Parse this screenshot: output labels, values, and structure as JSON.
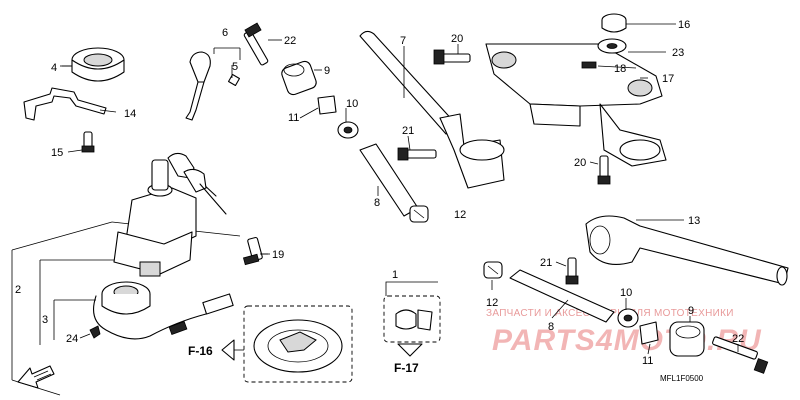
{
  "labels": {
    "p1": "1",
    "p2": "2",
    "p3": "3",
    "p4": "4",
    "p5": "5",
    "p6": "6",
    "p7": "7",
    "p8a": "8",
    "p8b": "8",
    "p9a": "9",
    "p9b": "9",
    "p10a": "10",
    "p10b": "10",
    "p11a": "11",
    "p11b": "11",
    "p12a": "12",
    "p12b": "12",
    "p13": "13",
    "p14": "14",
    "p15": "15",
    "p16": "16",
    "p17": "17",
    "p18": "18",
    "p19": "19",
    "p20a": "20",
    "p20b": "20",
    "p21a": "21",
    "p21b": "21",
    "p22a": "22",
    "p22b": "22",
    "p23": "23",
    "p24": "24"
  },
  "refs": {
    "f16": "F-16",
    "f17": "F-17"
  },
  "diagram_code": "MFL1F0500",
  "watermark": {
    "caption": "ЗАПЧАСТИ И АКСЕССУАРЫ ДЛЯ МОТОТЕХНИКИ",
    "brand": "PARTS4MOTO.RU"
  }
}
